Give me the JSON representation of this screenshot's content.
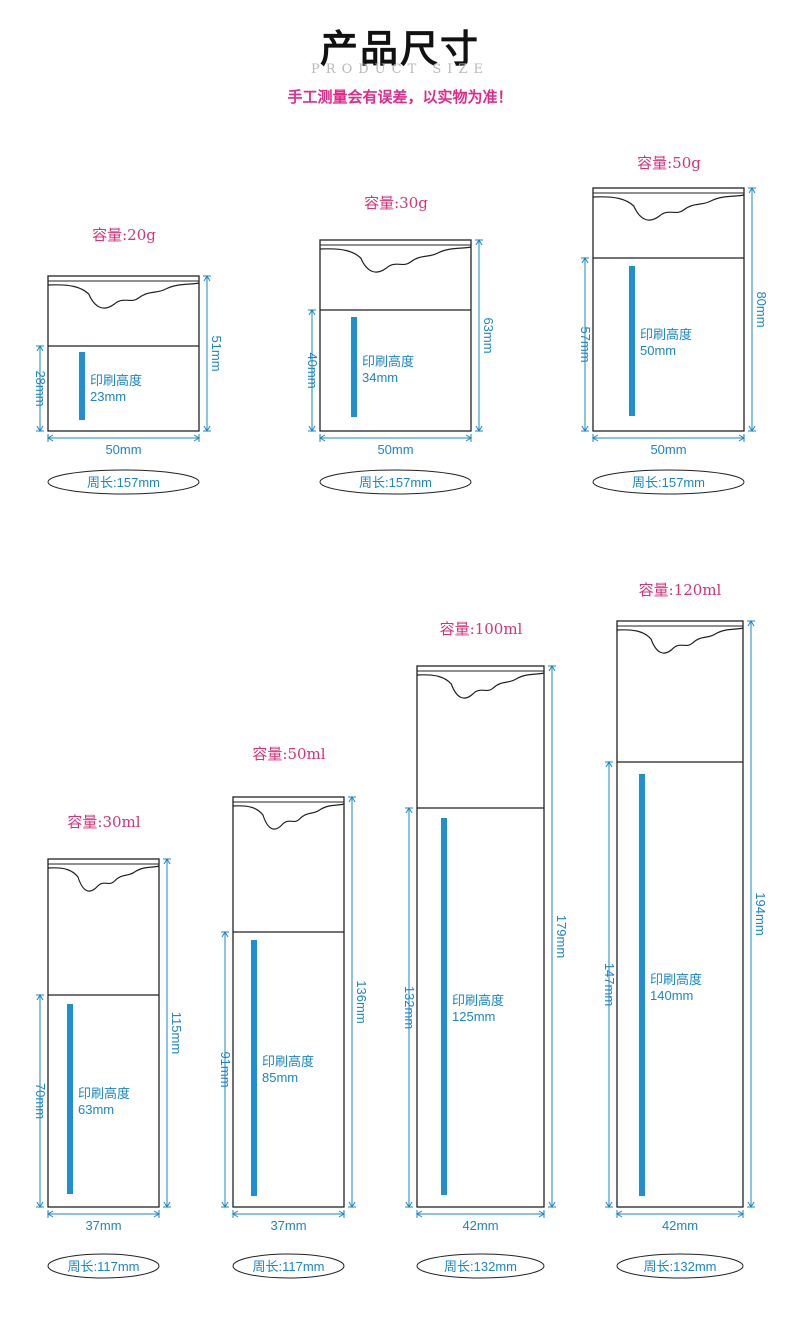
{
  "header": {
    "title": "产品尺寸",
    "subtitle": "PRODUCT SIZE",
    "note": "手工测量会有误差，以实物为准！"
  },
  "colors": {
    "accent_pink": "#d8307a",
    "dimension_blue": "#1a86c8",
    "print_bar_blue": "#1e8fd0",
    "outline": "#222222"
  },
  "products": [
    {
      "capacity": "容量:20g",
      "width": "50mm",
      "total_height": "51mm",
      "lower_height": "28mm",
      "print_label": "印刷高度",
      "print_value": "23mm",
      "circumference": "周长:157mm"
    },
    {
      "capacity": "容量:30g",
      "width": "50mm",
      "total_height": "63mm",
      "lower_height": "40mm",
      "print_label": "印刷高度",
      "print_value": "34mm",
      "circumference": "周长:157mm"
    },
    {
      "capacity": "容量:50g",
      "width": "50mm",
      "total_height": "80mm",
      "lower_height": "57mm",
      "print_label": "印刷高度",
      "print_value": "50mm",
      "circumference": "周长:157mm"
    },
    {
      "capacity": "容量:30ml",
      "width": "37mm",
      "total_height": "115mm",
      "lower_height": "70mm",
      "print_label": "印刷高度",
      "print_value": "63mm",
      "circumference": "周长:117mm"
    },
    {
      "capacity": "容量:50ml",
      "width": "37mm",
      "total_height": "136mm",
      "lower_height": "91mm",
      "print_label": "印刷高度",
      "print_value": "85mm",
      "circumference": "周长:117mm"
    },
    {
      "capacity": "容量:100ml",
      "width": "42mm",
      "total_height": "179mm",
      "lower_height": "132mm",
      "print_label": "印刷高度",
      "print_value": "125mm",
      "circumference": "周长:132mm"
    },
    {
      "capacity": "容量:120ml",
      "width": "42mm",
      "total_height": "194mm",
      "lower_height": "147mm",
      "print_label": "印刷高度",
      "print_value": "140mm",
      "circumference": "周长:132mm"
    }
  ]
}
